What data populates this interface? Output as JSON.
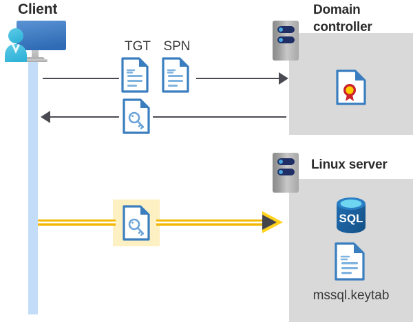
{
  "diagram": {
    "title": "Kerberos authentication flow: Client, Domain controller, Linux server",
    "type": "sequence-diagram"
  },
  "colors": {
    "lifeline": "#c3ddf9",
    "server_box": "#d9d9d9",
    "arrow_gray": "#4a4a52",
    "gold_arrow": "#f2b705",
    "highlight": "#fdf0c2",
    "doc_blue": "#3a7ebf",
    "sql_blue": "#1f6bb0",
    "cert_red": "#cc2229",
    "cert_yellow": "#ffcc00",
    "text_dark": "#2b2b2b"
  },
  "actors": {
    "client": {
      "label": "Client",
      "icon": "client-workstation-icon"
    },
    "domain_controller": {
      "label_line1": "Domain",
      "label_line2": "controller",
      "icon": "server-rack-icon",
      "contents": [
        {
          "name": "certificate-document-icon",
          "caption": ""
        }
      ]
    },
    "linux_server": {
      "label": "Linux server",
      "icon": "server-rack-icon",
      "contents": [
        {
          "name": "sql-database-icon",
          "caption": "SQL"
        },
        {
          "name": "keytab-document-icon",
          "caption": "mssql.keytab"
        }
      ]
    }
  },
  "sql": {
    "text": "SQL"
  },
  "keytab": {
    "filename": "mssql.keytab"
  },
  "messages": [
    {
      "id": "request",
      "from": "client",
      "to": "domain_controller",
      "direction": "right",
      "style": "thin-gray",
      "artifacts": [
        {
          "tag": "TGT",
          "icon": "text-document-icon"
        },
        {
          "tag": "SPN",
          "icon": "text-document-icon"
        }
      ]
    },
    {
      "id": "response",
      "from": "domain_controller",
      "to": "client",
      "direction": "left",
      "style": "thin-gray",
      "artifacts": [
        {
          "tag": "",
          "icon": "key-document-icon"
        }
      ]
    },
    {
      "id": "authenticate",
      "from": "client",
      "to": "linux_server",
      "direction": "right",
      "style": "gold-double-line",
      "highlighted": true,
      "artifacts": [
        {
          "tag": "",
          "icon": "key-document-icon"
        }
      ]
    }
  ]
}
